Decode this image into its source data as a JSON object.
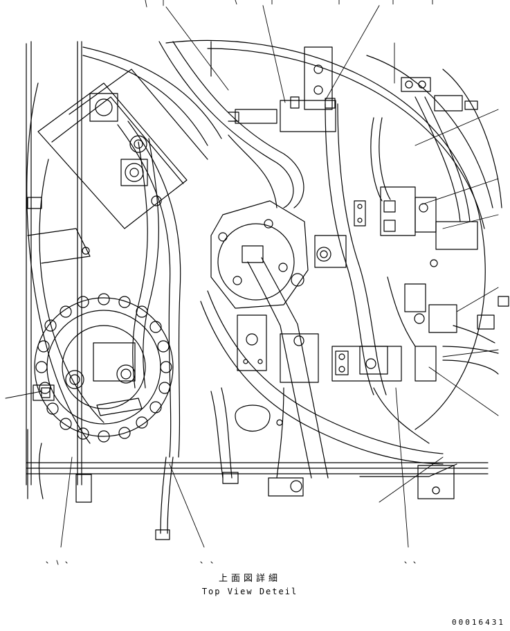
{
  "caption": {
    "japanese": "上面図詳細",
    "english": "Top View Deteil"
  },
  "drawing_number": "00016431",
  "colors": {
    "line": "#000000",
    "background": "#ffffff"
  }
}
